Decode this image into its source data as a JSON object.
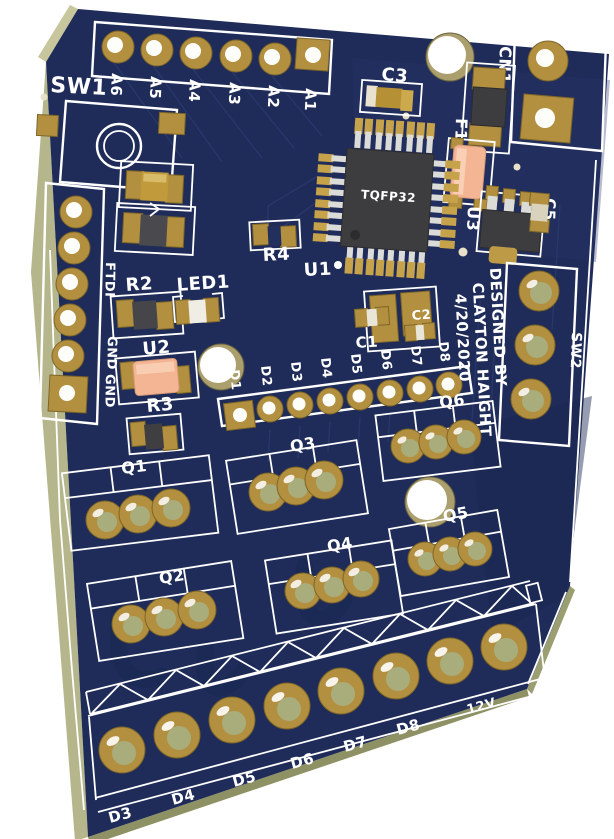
{
  "scene": {
    "background": "#ffffff",
    "board_color": "#1f2c59",
    "board_edge_color": "#b5b68c",
    "silkscreen_color": "#ffffff",
    "pad_gold": "#b3903f",
    "pad_hole_olive": "#a9ad7c",
    "ic_body": "#3d3d40",
    "component_orange": "#f3b593"
  },
  "designators": {
    "sw1": "SW1",
    "sw2": "SW2",
    "cn1": "CN1",
    "f1": "F1",
    "c1": "C1",
    "c2": "C2",
    "c3": "C3",
    "c5": "C5",
    "r2": "R2",
    "r3": "R3",
    "r4": "R4",
    "led1": "LED1",
    "u2": "U2",
    "u3": "U3",
    "q1": "Q1",
    "q2": "Q2",
    "q3": "Q3",
    "q4": "Q4",
    "q5": "Q5",
    "q6": "Q6"
  },
  "ic": {
    "ref": "U1",
    "package": "TQFP32"
  },
  "headers": {
    "analog": {
      "pins": [
        "A6",
        "A5",
        "A4",
        "A3",
        "A2",
        "A1"
      ]
    },
    "ftdi": {
      "label": "FTDI",
      "gnd": [
        "GND",
        "GND"
      ]
    },
    "digital": {
      "pins": [
        "D1",
        "D2",
        "D3",
        "D4",
        "D5",
        "D6",
        "D7",
        "D8"
      ]
    }
  },
  "terminals": {
    "labels": [
      "D3",
      "D4",
      "D5",
      "D6",
      "D7",
      "D8",
      "12V"
    ]
  },
  "credits": {
    "line1": "DESIGNED BY",
    "line2": "CLAYTON HAIGHT",
    "line3": "4/20/2020"
  }
}
